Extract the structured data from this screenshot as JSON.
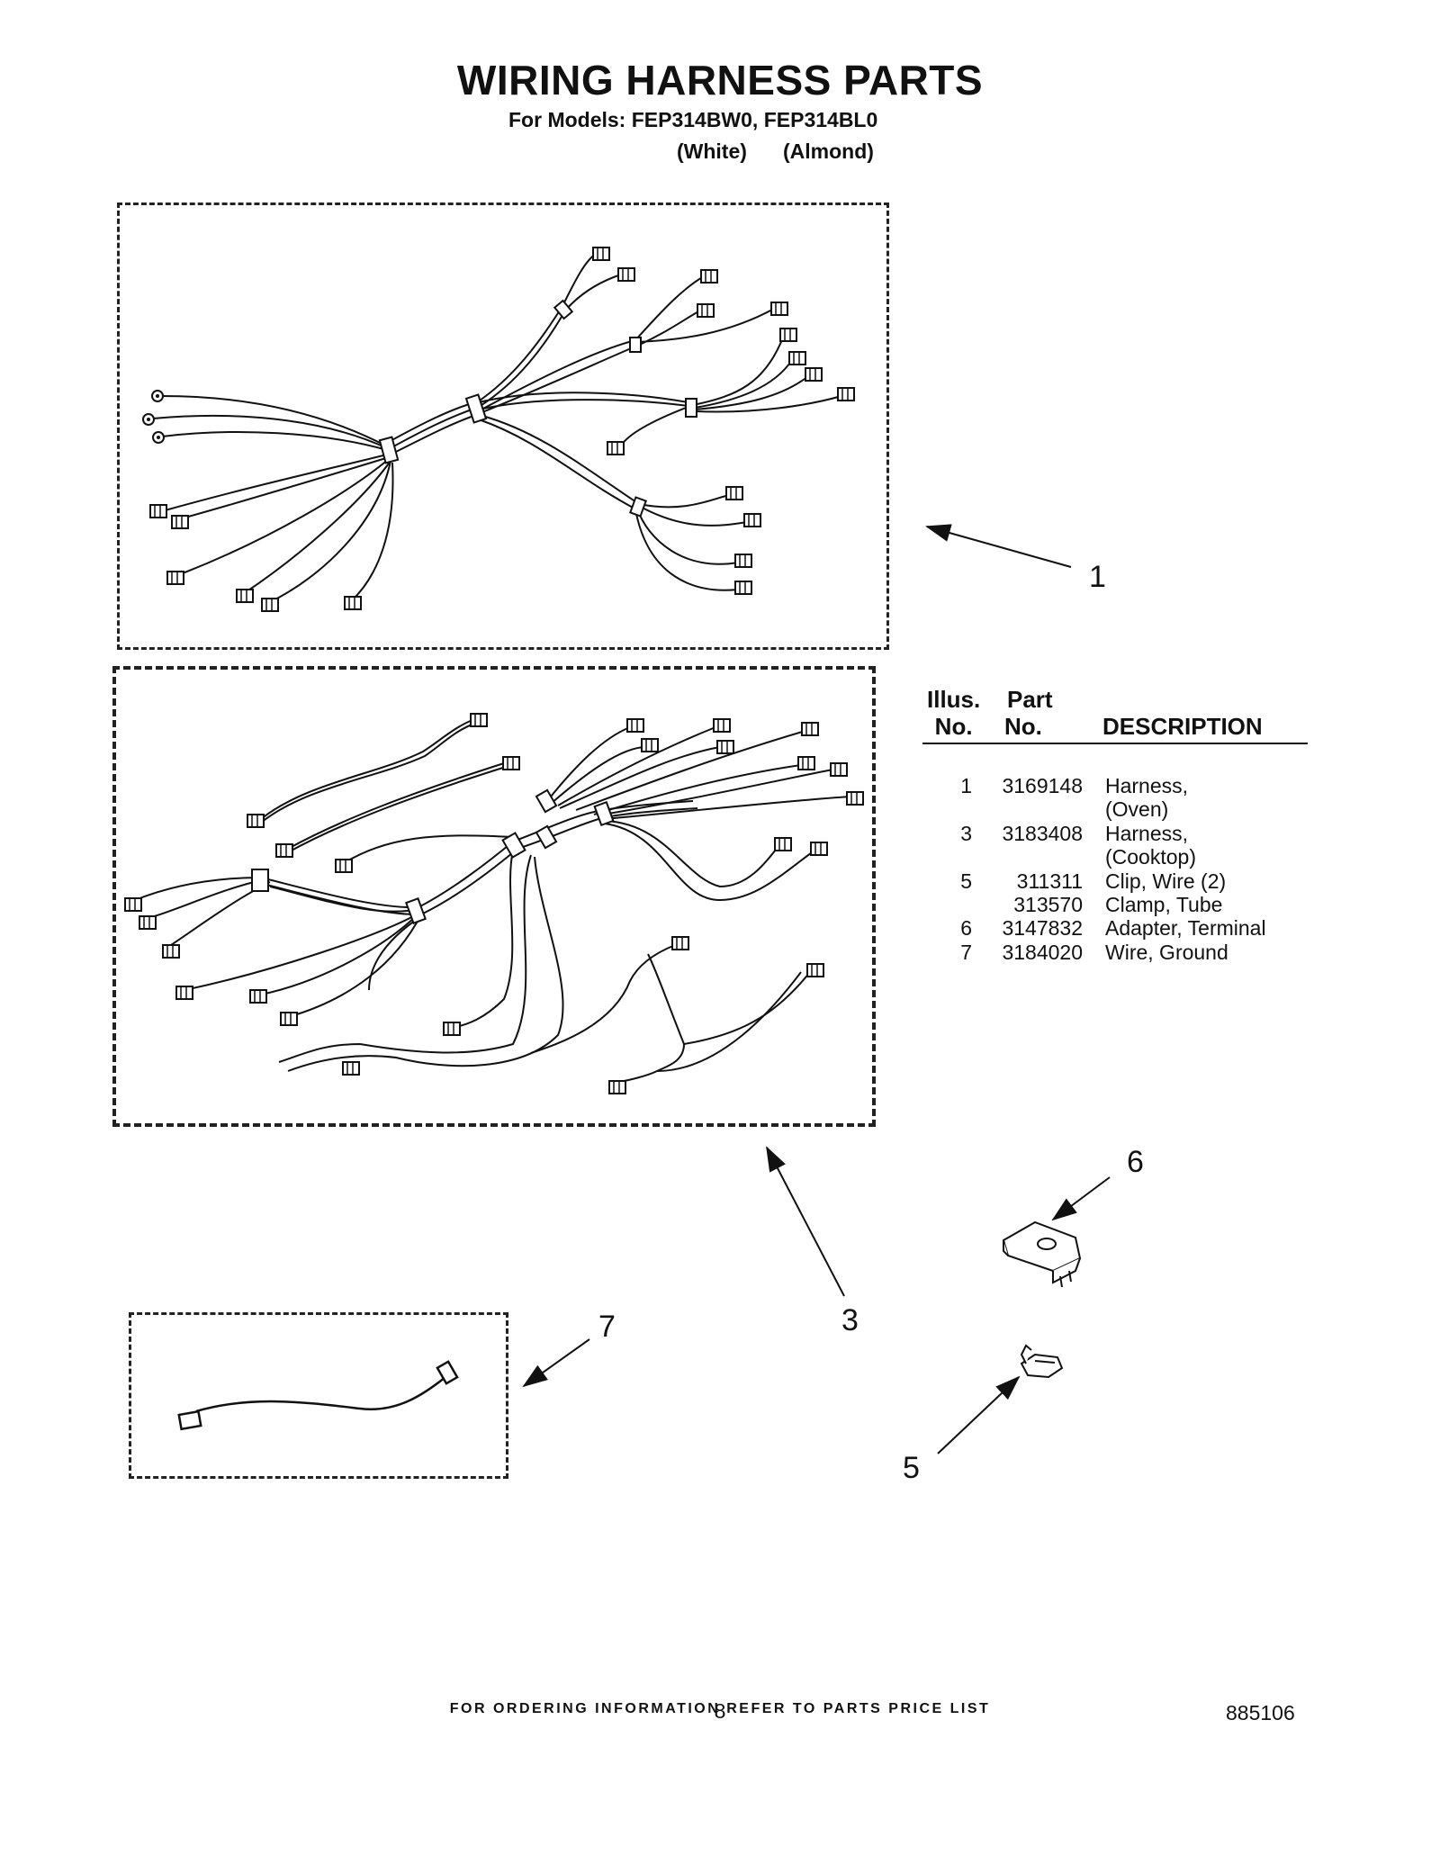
{
  "header": {
    "title": "WIRING HARNESS PARTS",
    "models_line": "For Models: FEP314BW0, FEP314BL0",
    "color_1": "(White)",
    "color_2": "(Almond)"
  },
  "callouts": {
    "c1": "1",
    "c3": "3",
    "c5": "5",
    "c6": "6",
    "c7": "7"
  },
  "parts_table": {
    "headers": {
      "illus_line1": "Illus.",
      "illus_line2": "No.",
      "part_line1": "Part",
      "part_line2": "No.",
      "description": "DESCRIPTION"
    },
    "rows": [
      {
        "illus": "1",
        "part": "3169148",
        "desc": "Harness,"
      },
      {
        "illus": "",
        "part": "",
        "desc": "(Oven)"
      },
      {
        "illus": "3",
        "part": "3183408",
        "desc": "Harness,"
      },
      {
        "illus": "",
        "part": "",
        "desc": "(Cooktop)"
      },
      {
        "illus": "5",
        "part": "311311",
        "desc": "Clip, Wire (2)"
      },
      {
        "illus": "",
        "part": "313570",
        "desc": "Clamp, Tube"
      },
      {
        "illus": "6",
        "part": "3147832",
        "desc": "Adapter, Terminal"
      },
      {
        "illus": "7",
        "part": "3184020",
        "desc": "Wire, Ground"
      }
    ]
  },
  "footer": {
    "ordering_note": "FOR ORDERING INFORMATION REFER TO PARTS PRICE LIST",
    "page_number": "8",
    "doc_number": "885106"
  }
}
